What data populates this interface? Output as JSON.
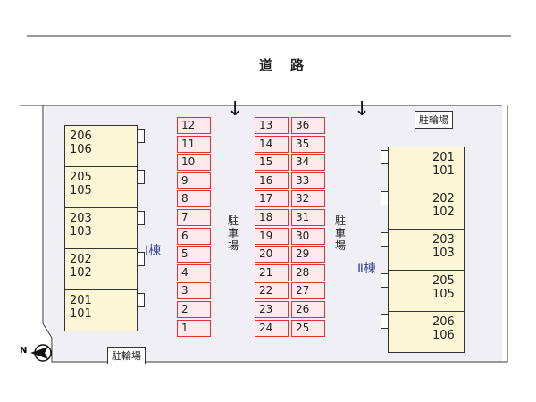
{
  "road": {
    "label": "道路"
  },
  "parking": {
    "label_left": "駐車場",
    "label_right": "駐車場"
  },
  "bicycle": {
    "top_right": "駐輪場",
    "bottom_left": "駐輪場"
  },
  "buildings": {
    "building1": {
      "name": "Ⅰ棟",
      "units": [
        {
          "top": "206",
          "bottom": "106"
        },
        {
          "top": "205",
          "bottom": "105"
        },
        {
          "top": "203",
          "bottom": "103"
        },
        {
          "top": "202",
          "bottom": "102"
        },
        {
          "top": "201",
          "bottom": "101"
        }
      ]
    },
    "building2": {
      "name": "Ⅱ棟",
      "units": [
        {
          "top": "201",
          "bottom": "101"
        },
        {
          "top": "202",
          "bottom": "102"
        },
        {
          "top": "203",
          "bottom": "103"
        },
        {
          "top": "205",
          "bottom": "105"
        },
        {
          "top": "206",
          "bottom": "106"
        }
      ]
    }
  },
  "spaces": {
    "col_a": [
      "12",
      "11",
      "10",
      "9",
      "8",
      "7",
      "6",
      "5",
      "4",
      "3",
      "2",
      "1"
    ],
    "col_b": [
      "13",
      "14",
      "15",
      "16",
      "17",
      "18",
      "19",
      "20",
      "21",
      "22",
      "23",
      "24"
    ],
    "col_c": [
      "36",
      "35",
      "34",
      "33",
      "32",
      "31",
      "30",
      "29",
      "28",
      "27",
      "26",
      "25"
    ]
  },
  "compass": {
    "label": "N"
  },
  "colors": {
    "space_border": "#d33333",
    "space_fill": "#fde9ec",
    "unit_fill": "#fbf7d6",
    "building_label": "#3b4a9b"
  }
}
